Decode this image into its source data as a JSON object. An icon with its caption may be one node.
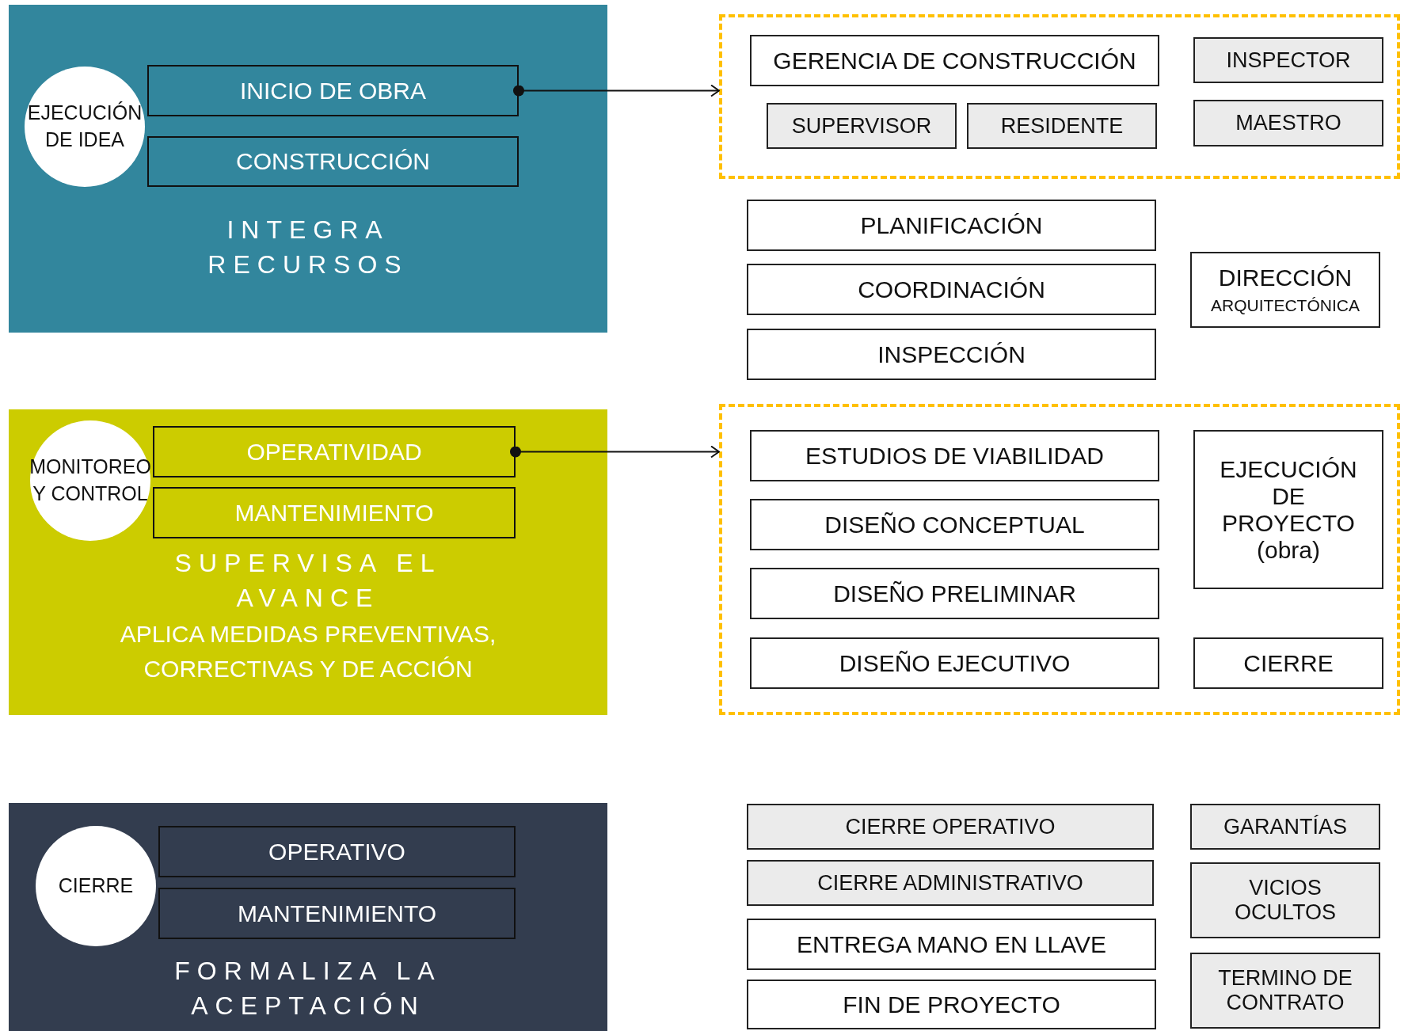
{
  "diagram": {
    "nodes": [
      {
        "text": [
          "INTEGRA RECURSOS"
        ]
      },
      {
        "text": [
          "EJECUCIÓN DE IDEA"
        ],
        "in": 0
      },
      {
        "text": [
          "INICIO DE OBRA"
        ],
        "in": 0
      },
      {
        "text": [
          "CONSTRUCCIÓN"
        ],
        "in": 0
      },
      {
        "text": [],
        "shape": "box"
      },
      {
        "text": [
          "GERENCIA DE CONSTRUCCIÓN"
        ],
        "in": 4
      },
      {
        "text": [
          "INSPECTOR"
        ],
        "in": 4
      },
      {
        "text": [
          "SUPERVISOR"
        ],
        "in": 4
      },
      {
        "text": [
          "RESIDENTE"
        ],
        "in": 4
      },
      {
        "text": [
          "MAESTRO"
        ],
        "in": 4
      },
      {
        "text": [
          "PLANIFICACIÓN"
        ]
      },
      {
        "text": [
          "DIRECCIÓN",
          "ARQUITECTÓNICA"
        ]
      },
      {
        "text": [
          "COORDINACIÓN"
        ]
      },
      {
        "text": [
          "INSPECCIÓN"
        ]
      },
      {
        "text": [
          "SUPERVISA EL AVANCE",
          "APLICA MEDIDAS PREVENTIVAS, CORRECTIVAS Y DE ACCIÓN"
        ]
      },
      {
        "text": [
          "MONITOREO Y CONTROL"
        ],
        "in": 14
      },
      {
        "text": [
          "OPERATIVIDAD"
        ],
        "in": 14
      },
      {
        "text": [
          "MANTENIMIENTO"
        ],
        "in": 14
      },
      {
        "text": [],
        "shape": "box"
      },
      {
        "text": [
          "ESTUDIOS DE VIABILIDAD"
        ],
        "in": 18
      },
      {
        "text": [
          "EJECUCIÓN DE PROYECTO (obra)"
        ],
        "in": 18
      },
      {
        "text": [
          "DISEÑO CONCEPTUAL"
        ],
        "in": 18
      },
      {
        "text": [
          "DISEÑO PRELIMINAR"
        ],
        "in": 18
      },
      {
        "text": [
          "DISEÑO EJECUTIVO"
        ],
        "in": 18
      },
      {
        "text": [
          "CIERRE"
        ],
        "in": 18
      },
      {
        "text": [
          "FORMALIZA LA ACEPTACIÓN"
        ]
      },
      {
        "text": [
          "CIERRE"
        ],
        "in": 25
      },
      {
        "text": [
          "OPERATIVO"
        ],
        "in": 25
      },
      {
        "text": [
          "MANTENIMIENTO"
        ],
        "in": 25
      },
      {
        "text": [
          "CIERRE OPERATIVO"
        ]
      },
      {
        "text": [
          "GARANTÍAS"
        ]
      },
      {
        "text": [
          "CIERRE ADMINISTRATIVO"
        ]
      },
      {
        "text": [
          "VICIOS OCULTOS"
        ]
      },
      {
        "text": [
          "ENTREGA MANO EN LLAVE"
        ]
      },
      {
        "text": [
          "TERMINO DE CONTRATO"
        ]
      },
      {
        "text": [
          "FIN DE PROYECTO"
        ]
      }
    ],
    "edges": [
      {
        "from": 2,
        "to": 4,
        "arrow": "to"
      },
      {
        "from": 16,
        "to": 18,
        "arrow": "to"
      }
    ]
  }
}
